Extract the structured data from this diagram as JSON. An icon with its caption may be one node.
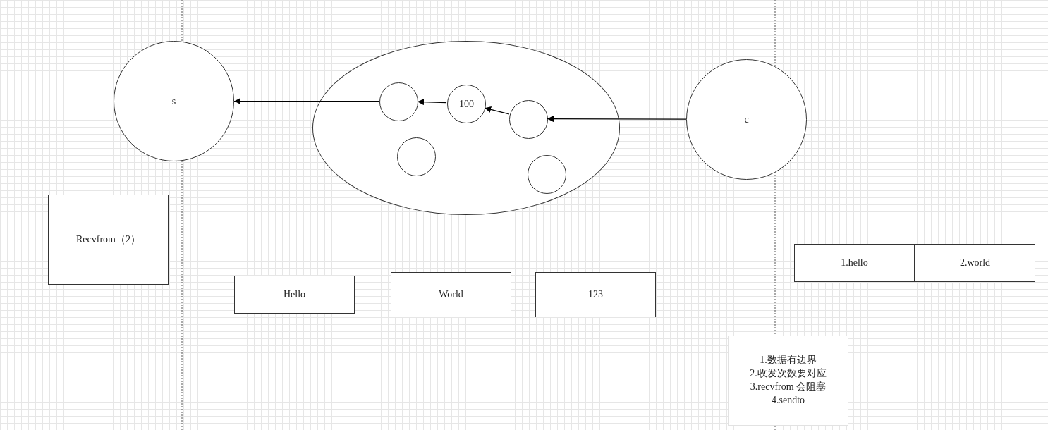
{
  "diagram": {
    "nodes": [
      {
        "text": [
          "s"
        ]
      },
      {
        "text": [],
        "shape": "ellipse"
      },
      {
        "text": [],
        "shape": "circle",
        "in": 1
      },
      {
        "text": [
          "100"
        ],
        "in": 1
      },
      {
        "text": [],
        "shape": "circle",
        "in": 1
      },
      {
        "text": [],
        "shape": "circle",
        "in": 1
      },
      {
        "text": [],
        "shape": "circle",
        "in": 1
      },
      {
        "text": [
          "c"
        ]
      },
      {
        "text": [
          "Recvfrom（2）"
        ]
      },
      {
        "text": [
          "Hello"
        ]
      },
      {
        "text": [
          "World"
        ]
      },
      {
        "text": [
          "123"
        ]
      },
      {
        "text": [
          "1.hello"
        ]
      },
      {
        "text": [
          "2.world"
        ]
      },
      {
        "text": [
          "1.数据有边界",
          "2.收发次数要对应",
          "3.recvfrom 会阻塞",
          "4.sendto"
        ]
      }
    ],
    "edges": [
      {
        "from": 7,
        "to": 4,
        "arrow": "to"
      },
      {
        "from": 4,
        "to": 3,
        "arrow": "to"
      },
      {
        "from": 3,
        "to": 2,
        "arrow": "to"
      },
      {
        "from": 2,
        "to": 0,
        "arrow": "to"
      }
    ]
  }
}
